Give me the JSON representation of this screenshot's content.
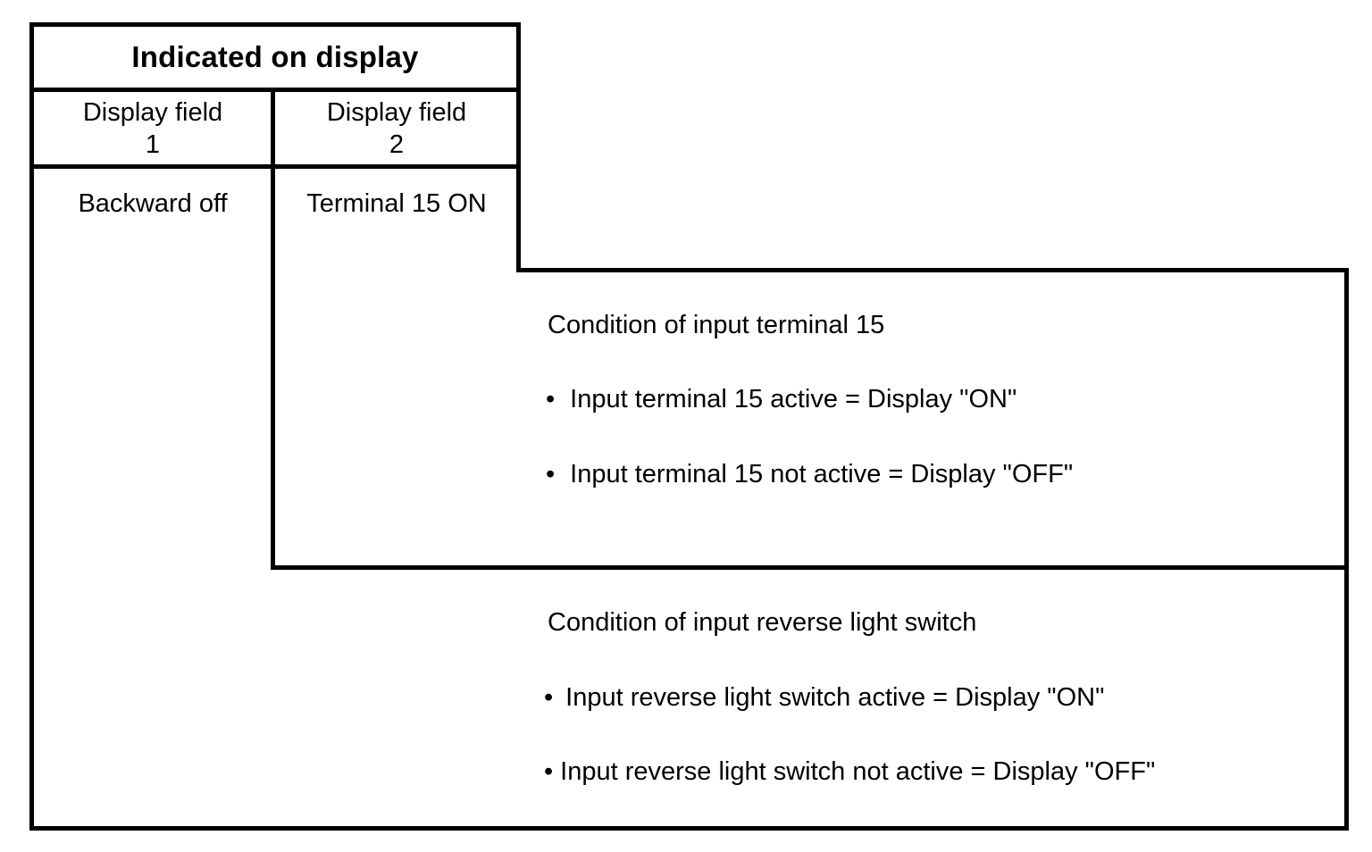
{
  "table": {
    "title": "Indicated on display",
    "columns": [
      {
        "header_line1": "Display field",
        "header_line2": "1",
        "value": "Backward off"
      },
      {
        "header_line1": "Display field",
        "header_line2": "2",
        "value": "Terminal 15 ON"
      }
    ]
  },
  "panels": [
    {
      "heading": "Condition of input terminal 15",
      "bullets": [
        {
          "marker": "•",
          "text": "Input terminal 15 active = Display \"ON\""
        },
        {
          "marker": "•",
          "text": "Input terminal 15 not active = Display \"OFF\""
        }
      ]
    },
    {
      "heading": "Condition of input reverse light switch",
      "bullets": [
        {
          "marker": "•",
          "text": "Input reverse light switch active = Display \"ON\""
        },
        {
          "marker": "•",
          "text": "Input reverse light switch not active = Display \"OFF\""
        }
      ]
    }
  ],
  "style": {
    "line_color": "#000000",
    "background": "#ffffff",
    "text_color": "#000000"
  }
}
